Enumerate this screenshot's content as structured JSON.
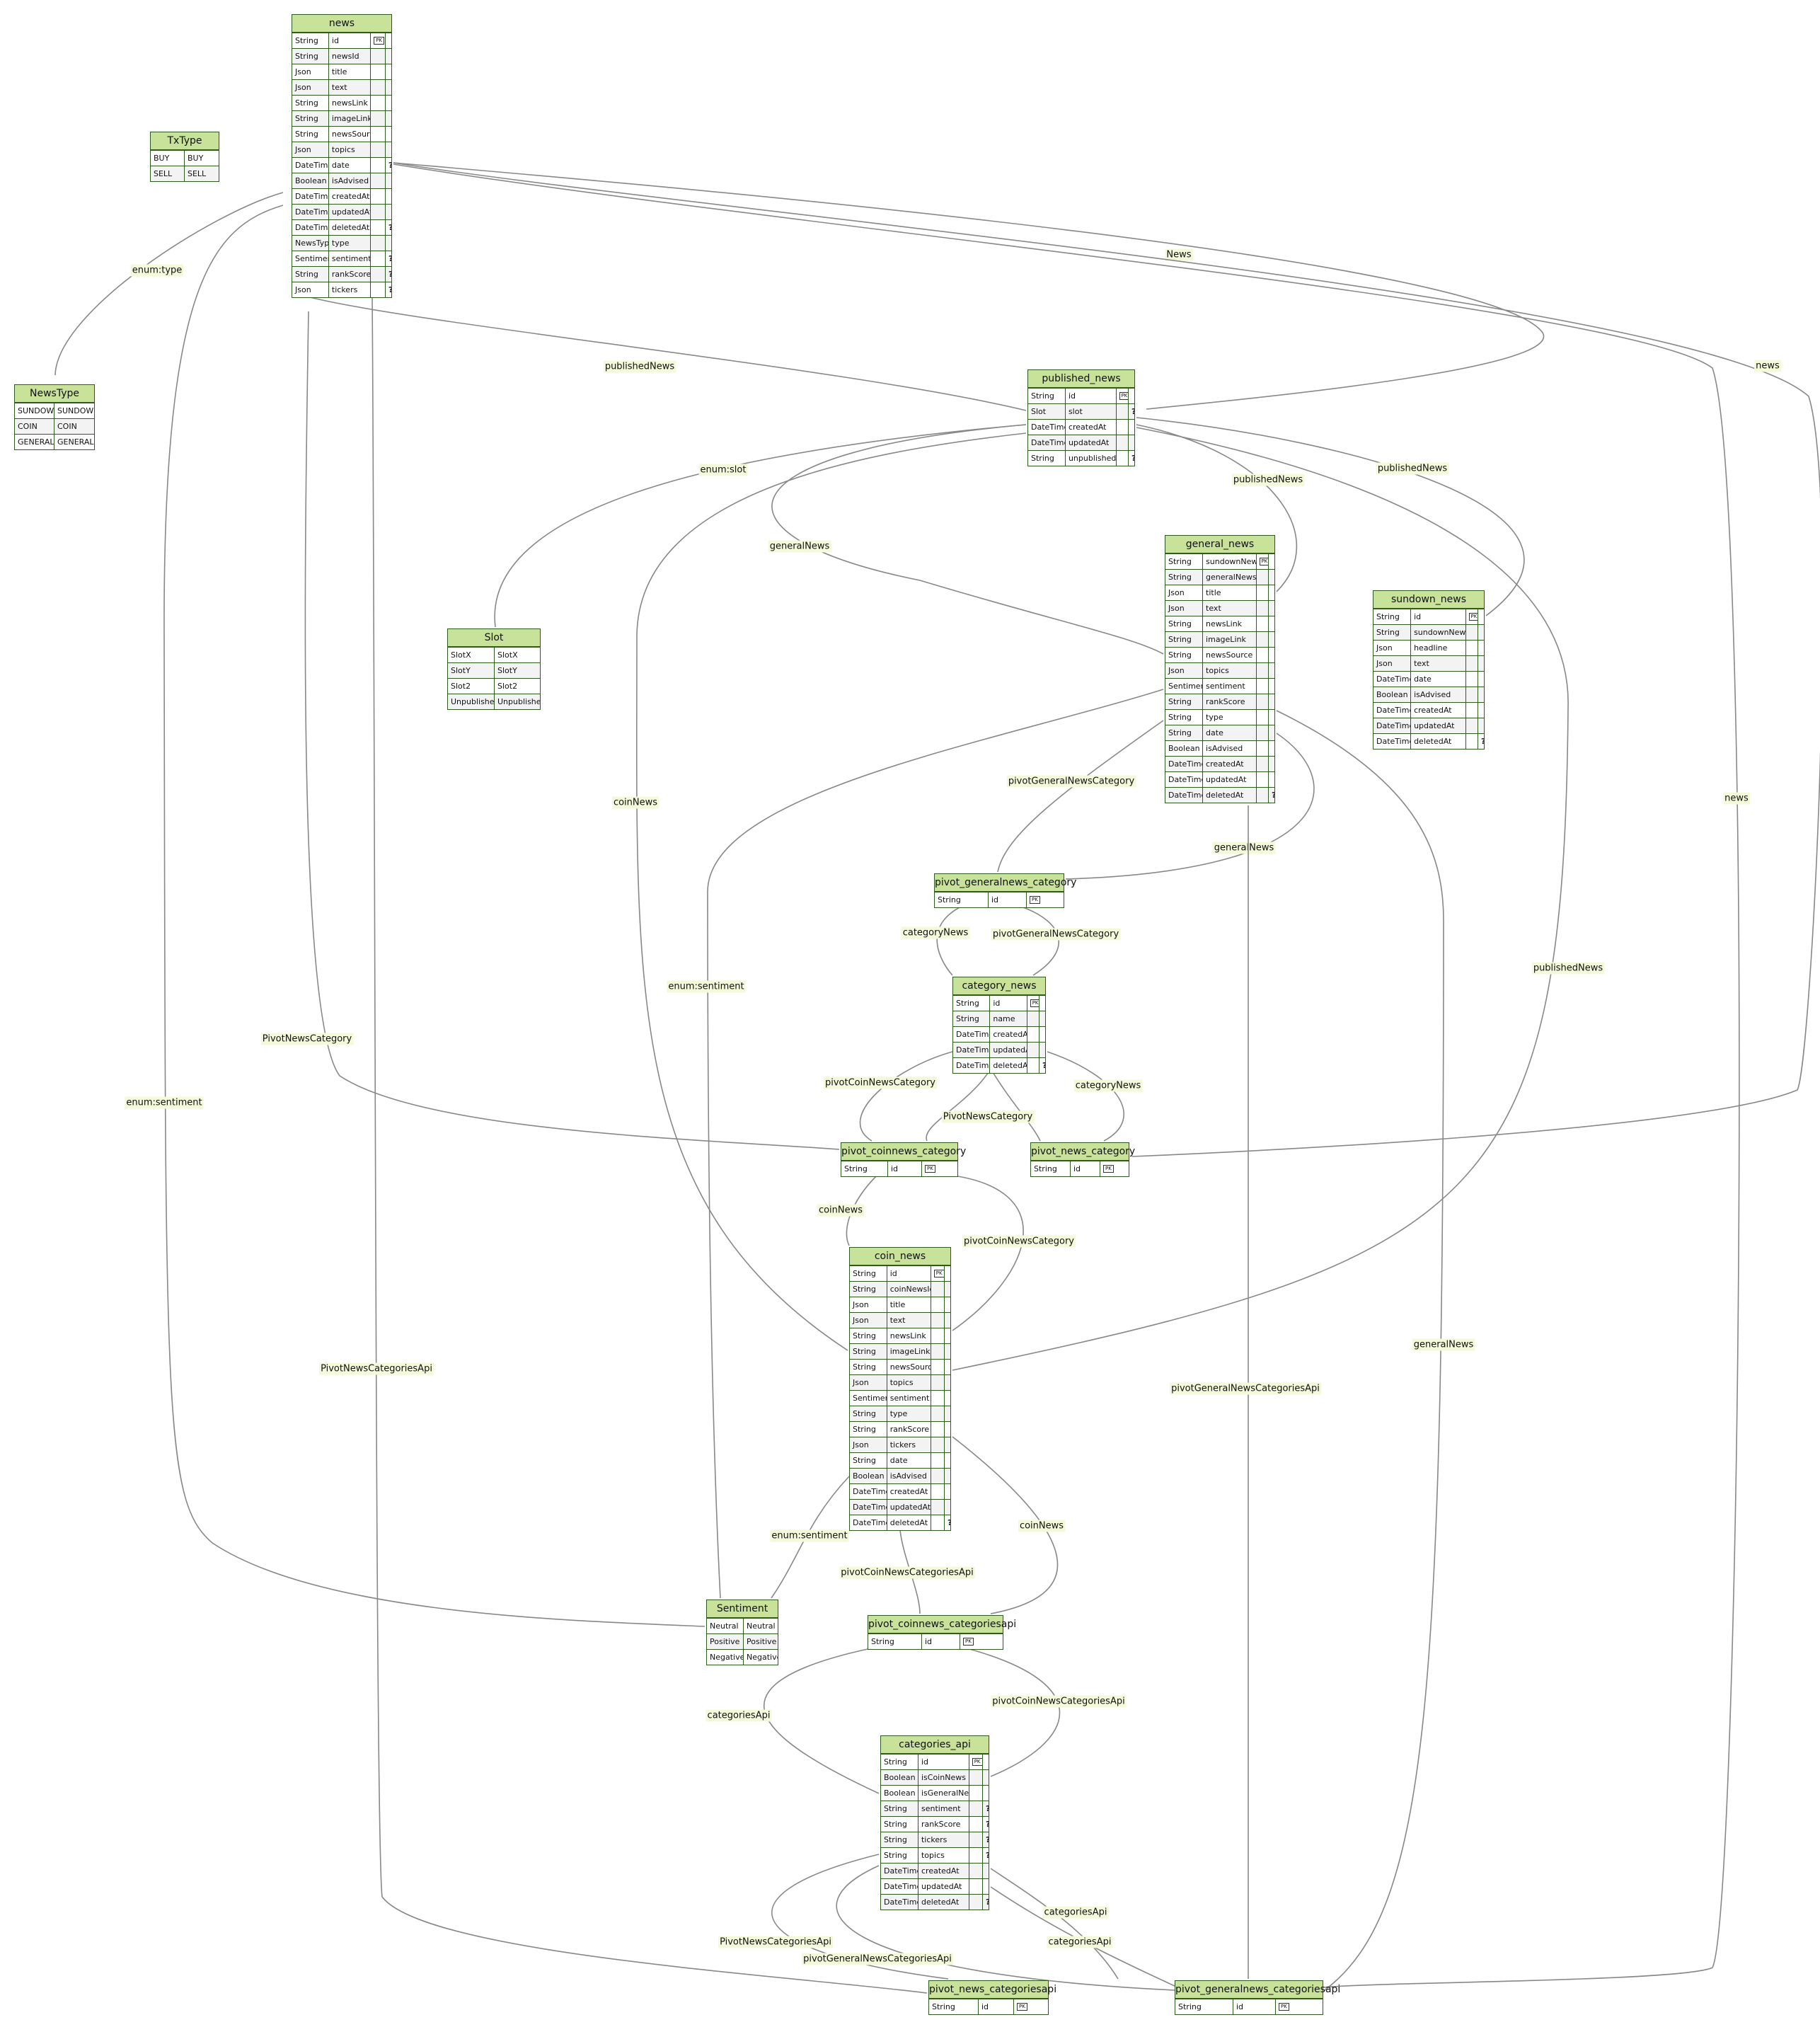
{
  "colors": {
    "entity_fill": "#c8e29a",
    "entity_border": "#2e5c1f",
    "edge": "#888888",
    "label_bg": "#f4f9d9"
  },
  "entities": {
    "news": {
      "title": "news",
      "rows": [
        [
          "String",
          "id",
          "PK",
          ""
        ],
        [
          "String",
          "newsId",
          "",
          ""
        ],
        [
          "Json",
          "title",
          "",
          ""
        ],
        [
          "Json",
          "text",
          "",
          ""
        ],
        [
          "String",
          "newsLink",
          "",
          ""
        ],
        [
          "String",
          "imageLink",
          "",
          ""
        ],
        [
          "String",
          "newsSource",
          "",
          ""
        ],
        [
          "Json",
          "topics",
          "",
          ""
        ],
        [
          "DateTime",
          "date",
          "",
          "?"
        ],
        [
          "Boolean",
          "isAdvised",
          "",
          ""
        ],
        [
          "DateTime",
          "createdAt",
          "",
          ""
        ],
        [
          "DateTime",
          "updatedAt",
          "",
          ""
        ],
        [
          "DateTime",
          "deletedAt",
          "",
          "?"
        ],
        [
          "NewsType",
          "type",
          "",
          ""
        ],
        [
          "Sentiment",
          "sentiment",
          "",
          "?"
        ],
        [
          "String",
          "rankScore",
          "",
          "?"
        ],
        [
          "Json",
          "tickers",
          "",
          "?"
        ]
      ]
    },
    "txtype": {
      "title": "TxType",
      "rows": [
        [
          "BUY",
          "BUY"
        ],
        [
          "SELL",
          "SELL"
        ]
      ]
    },
    "newstype": {
      "title": "NewsType",
      "rows": [
        [
          "SUNDOWN",
          "SUNDOWN"
        ],
        [
          "COIN",
          "COIN"
        ],
        [
          "GENERAL",
          "GENERAL"
        ]
      ]
    },
    "published_news": {
      "title": "published_news",
      "rows": [
        [
          "String",
          "id",
          "PK",
          ""
        ],
        [
          "Slot",
          "slot",
          "",
          "?"
        ],
        [
          "DateTime",
          "createdAt",
          "",
          ""
        ],
        [
          "DateTime",
          "updatedAt",
          "",
          ""
        ],
        [
          "String",
          "unpublishedAt",
          "",
          "?"
        ]
      ]
    },
    "slot": {
      "title": "Slot",
      "rows": [
        [
          "SlotX",
          "SlotX"
        ],
        [
          "SlotY",
          "SlotY"
        ],
        [
          "Slot2",
          "Slot2"
        ],
        [
          "Unpublished",
          "Unpublished"
        ]
      ]
    },
    "general_news": {
      "title": "general_news",
      "rows": [
        [
          "String",
          "sundownNewsId",
          "PK",
          ""
        ],
        [
          "String",
          "generalNewsId",
          "",
          ""
        ],
        [
          "Json",
          "title",
          "",
          ""
        ],
        [
          "Json",
          "text",
          "",
          ""
        ],
        [
          "String",
          "newsLink",
          "",
          ""
        ],
        [
          "String",
          "imageLink",
          "",
          ""
        ],
        [
          "String",
          "newsSource",
          "",
          ""
        ],
        [
          "Json",
          "topics",
          "",
          ""
        ],
        [
          "Sentiment",
          "sentiment",
          "",
          ""
        ],
        [
          "String",
          "rankScore",
          "",
          ""
        ],
        [
          "String",
          "type",
          "",
          ""
        ],
        [
          "String",
          "date",
          "",
          ""
        ],
        [
          "Boolean",
          "isAdvised",
          "",
          ""
        ],
        [
          "DateTime",
          "createdAt",
          "",
          ""
        ],
        [
          "DateTime",
          "updatedAt",
          "",
          ""
        ],
        [
          "DateTime",
          "deletedAt",
          "",
          "?"
        ]
      ]
    },
    "sundown_news": {
      "title": "sundown_news",
      "rows": [
        [
          "String",
          "id",
          "PK",
          ""
        ],
        [
          "String",
          "sundownNewsId",
          "",
          ""
        ],
        [
          "Json",
          "headline",
          "",
          ""
        ],
        [
          "Json",
          "text",
          "",
          ""
        ],
        [
          "DateTime",
          "date",
          "",
          ""
        ],
        [
          "Boolean",
          "isAdvised",
          "",
          ""
        ],
        [
          "DateTime",
          "createdAt",
          "",
          ""
        ],
        [
          "DateTime",
          "updatedAt",
          "",
          ""
        ],
        [
          "DateTime",
          "deletedAt",
          "",
          "?"
        ]
      ]
    },
    "pivot_generalnews_category": {
      "title": "pivot_generalnews_category",
      "rows": [
        [
          "String",
          "id",
          "PK"
        ]
      ]
    },
    "category_news": {
      "title": "category_news",
      "rows": [
        [
          "String",
          "id",
          "PK",
          ""
        ],
        [
          "String",
          "name",
          "",
          ""
        ],
        [
          "DateTime",
          "createdAt",
          "",
          ""
        ],
        [
          "DateTime",
          "updatedAt",
          "",
          ""
        ],
        [
          "DateTime",
          "deletedAt",
          "",
          "?"
        ]
      ]
    },
    "pivot_coinnews_category": {
      "title": "pivot_coinnews_category",
      "rows": [
        [
          "String",
          "id",
          "PK"
        ]
      ]
    },
    "pivot_news_category": {
      "title": "pivot_news_category",
      "rows": [
        [
          "String",
          "id",
          "PK"
        ]
      ]
    },
    "coin_news": {
      "title": "coin_news",
      "rows": [
        [
          "String",
          "id",
          "PK",
          ""
        ],
        [
          "String",
          "coinNewsId",
          "",
          ""
        ],
        [
          "Json",
          "title",
          "",
          ""
        ],
        [
          "Json",
          "text",
          "",
          ""
        ],
        [
          "String",
          "newsLink",
          "",
          ""
        ],
        [
          "String",
          "imageLink",
          "",
          ""
        ],
        [
          "String",
          "newsSource",
          "",
          ""
        ],
        [
          "Json",
          "topics",
          "",
          ""
        ],
        [
          "Sentiment",
          "sentiment",
          "",
          ""
        ],
        [
          "String",
          "type",
          "",
          ""
        ],
        [
          "String",
          "rankScore",
          "",
          ""
        ],
        [
          "Json",
          "tickers",
          "",
          ""
        ],
        [
          "String",
          "date",
          "",
          ""
        ],
        [
          "Boolean",
          "isAdvised",
          "",
          ""
        ],
        [
          "DateTime",
          "createdAt",
          "",
          ""
        ],
        [
          "DateTime",
          "updatedAt",
          "",
          ""
        ],
        [
          "DateTime",
          "deletedAt",
          "",
          "?"
        ]
      ]
    },
    "sentiment": {
      "title": "Sentiment",
      "rows": [
        [
          "Neutral",
          "Neutral"
        ],
        [
          "Positive",
          "Positive"
        ],
        [
          "Negative",
          "Negative"
        ]
      ]
    },
    "pivot_coinnews_categoriesapi": {
      "title": "pivot_coinnews_categoriesapi",
      "rows": [
        [
          "String",
          "id",
          "PK"
        ]
      ]
    },
    "categories_api": {
      "title": "categories_api",
      "rows": [
        [
          "String",
          "id",
          "PK",
          ""
        ],
        [
          "Boolean",
          "isCoinNews",
          "",
          ""
        ],
        [
          "Boolean",
          "isGeneralNews",
          "",
          ""
        ],
        [
          "String",
          "sentiment",
          "",
          "?"
        ],
        [
          "String",
          "rankScore",
          "",
          "?"
        ],
        [
          "String",
          "tickers",
          "",
          "?"
        ],
        [
          "String",
          "topics",
          "",
          "?"
        ],
        [
          "DateTime",
          "createdAt",
          "",
          ""
        ],
        [
          "DateTime",
          "updatedAt",
          "",
          ""
        ],
        [
          "DateTime",
          "deletedAt",
          "",
          "?"
        ]
      ]
    },
    "pivot_news_categoriesapi": {
      "title": "pivot_news_categoriesapi",
      "rows": [
        [
          "String",
          "id",
          "PK"
        ]
      ]
    },
    "pivot_generalnews_categoriesapi": {
      "title": "pivot_generalnews_categoriesapi",
      "rows": [
        [
          "String",
          "id",
          "PK"
        ]
      ]
    }
  },
  "relations": [
    {
      "id": "r_enum_type",
      "label": "enum:type"
    },
    {
      "id": "r_news_top",
      "label": "News"
    },
    {
      "id": "r_news_right",
      "label": "news"
    },
    {
      "id": "r_news_right2",
      "label": "news"
    },
    {
      "id": "r_publishedNews_left",
      "label": "publishedNews"
    },
    {
      "id": "r_enum_slot",
      "label": "enum:slot"
    },
    {
      "id": "r_generalNews_1",
      "label": "generalNews"
    },
    {
      "id": "r_publishedNews_2",
      "label": "publishedNews"
    },
    {
      "id": "r_publishedNews_3",
      "label": "publishedNews"
    },
    {
      "id": "r_pivotGeneralNewsCategory_1",
      "label": "pivotGeneralNewsCategory"
    },
    {
      "id": "r_generalNews_2",
      "label": "generalNews"
    },
    {
      "id": "r_coinNews_1",
      "label": "coinNews"
    },
    {
      "id": "r_categoryNews_1",
      "label": "categoryNews"
    },
    {
      "id": "r_pivotGeneralNewsCategory_2",
      "label": "pivotGeneralNewsCategory"
    },
    {
      "id": "r_enum_sentiment_1",
      "label": "enum:sentiment"
    },
    {
      "id": "r_publishedNews_4",
      "label": "publishedNews"
    },
    {
      "id": "r_PivotNewsCategory_1",
      "label": "PivotNewsCategory"
    },
    {
      "id": "r_enum_sentiment_2",
      "label": "enum:sentiment"
    },
    {
      "id": "r_pivotCoinNewsCategory_1",
      "label": "pivotCoinNewsCategory"
    },
    {
      "id": "r_categoryNews_2",
      "label": "categoryNews"
    },
    {
      "id": "r_PivotNewsCategory_2",
      "label": "PivotNewsCategory"
    },
    {
      "id": "r_coinNews_2",
      "label": "coinNews"
    },
    {
      "id": "r_pivotCoinNewsCategory_2",
      "label": "pivotCoinNewsCategory"
    },
    {
      "id": "r_generalNews_3",
      "label": "generalNews"
    },
    {
      "id": "r_PivotNewsCategoriesApi_1",
      "label": "PivotNewsCategoriesApi"
    },
    {
      "id": "r_pivotGeneralNewsCategoriesApi_1",
      "label": "pivotGeneralNewsCategoriesApi"
    },
    {
      "id": "r_coinNews_3",
      "label": "coinNews"
    },
    {
      "id": "r_enum_sentiment_3",
      "label": "enum:sentiment"
    },
    {
      "id": "r_pivotCoinNewsCategoriesApi_1",
      "label": "pivotCoinNewsCategoriesApi"
    },
    {
      "id": "r_categoriesApi_1",
      "label": "categoriesApi"
    },
    {
      "id": "r_pivotCoinNewsCategoriesApi_2",
      "label": "pivotCoinNewsCategoriesApi"
    },
    {
      "id": "r_categoriesApi_2",
      "label": "categoriesApi"
    },
    {
      "id": "r_categoriesApi_3",
      "label": "categoriesApi"
    },
    {
      "id": "r_PivotNewsCategoriesApi_2",
      "label": "PivotNewsCategoriesApi"
    },
    {
      "id": "r_pivotGeneralNewsCategoriesApi_2",
      "label": "pivotGeneralNewsCategoriesApi"
    }
  ]
}
